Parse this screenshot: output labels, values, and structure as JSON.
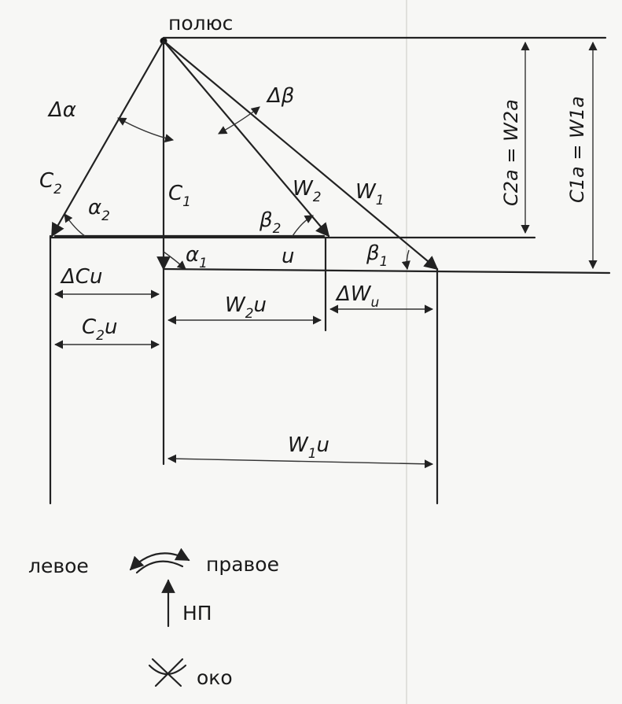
{
  "labels": {
    "pole": "полюс",
    "delta_alpha": "Δα",
    "delta_beta": "Δβ",
    "c2": "C",
    "c2_sub": "2",
    "alpha2": "α",
    "alpha2_sub": "2",
    "c1": "C",
    "c1_sub": "1",
    "alpha1": "α",
    "alpha1_sub": "1",
    "beta2": "β",
    "beta2_sub": "2",
    "w2": "W",
    "w2_sub": "2",
    "w1": "W",
    "w1_sub": "1",
    "u": "u",
    "beta1": "β",
    "beta1_sub": "1",
    "delta_cu": "ΔCu",
    "w2u": "W",
    "w2u_sub": "2",
    "w2u_tail": "u",
    "delta_wu": "ΔW",
    "delta_wu_sub": "u",
    "c2u": "C",
    "c2u_sub": "2",
    "c2u_tail": "u",
    "w1u": "W",
    "w1u_sub": "1",
    "w1u_tail": "u",
    "c2a_eq": "C2a = W2a",
    "c1a_eq": "C1a = W1a",
    "left": "левое",
    "right": "правое",
    "np": "НП",
    "eye": "око"
  }
}
